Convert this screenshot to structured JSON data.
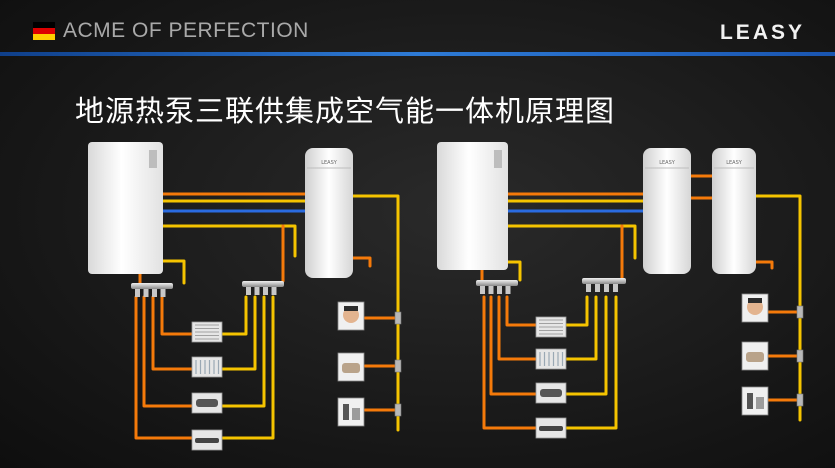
{
  "header": {
    "brand": "ACME OF PERFECTION",
    "logo": "LEASY",
    "flag_colors": [
      "#000000",
      "#dd0000",
      "#ffce00"
    ],
    "rule_color": "#2e7bd6"
  },
  "title": "地源热泵三联供集成空气能一体机原理图",
  "tank_label": "LEASY",
  "pipe_colors": {
    "hot": "#f57a0a",
    "warm": "#f5c400",
    "cold": "#2a6be0"
  },
  "diagrams": [
    {
      "id": "left",
      "tanks": 1,
      "floor_emitters": 4,
      "water_outlets": 3
    },
    {
      "id": "right",
      "tanks": 2,
      "floor_emitters": 4,
      "water_outlets": 3
    }
  ]
}
